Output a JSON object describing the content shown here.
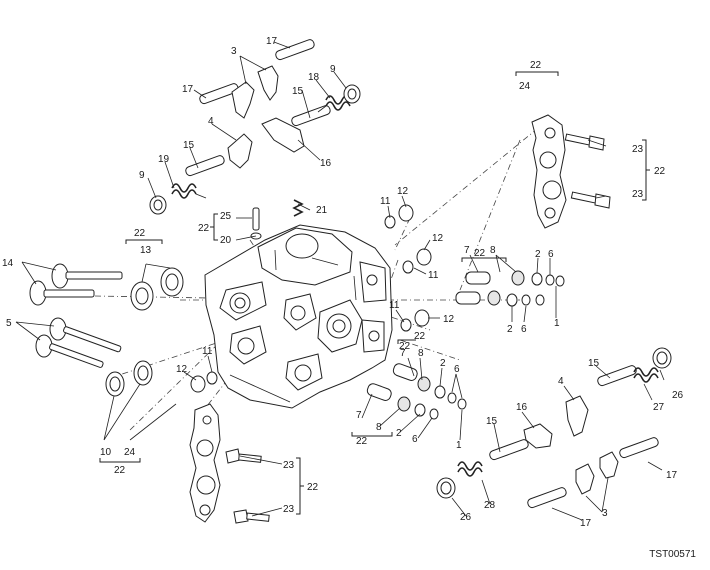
{
  "diagram": {
    "code": "TST00571",
    "labels": {
      "l1": "1",
      "l2": "2",
      "l3": "3",
      "l4": "4",
      "l5": "5",
      "l6": "6",
      "l7": "7",
      "l8": "8",
      "l9": "9",
      "l10": "10",
      "l11": "11",
      "l12": "12",
      "l13": "13",
      "l14": "14",
      "l15": "15",
      "l16": "16",
      "l17": "17",
      "l18": "18",
      "l19": "19",
      "l20": "20",
      "l21": "21",
      "l22": "22",
      "l23": "23",
      "l24": "24",
      "l25": "25",
      "l26": "26",
      "l27": "27",
      "l28": "28"
    }
  }
}
